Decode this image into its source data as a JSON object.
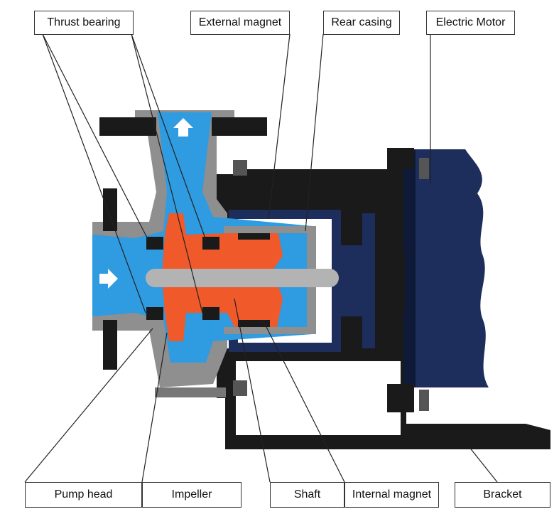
{
  "labels": {
    "thrust_bearing": "Thrust bearing",
    "external_magnet": "External magnet",
    "rear_casing": "Rear casing",
    "electric_motor": "Electric Motor",
    "pump_head": "Pump head",
    "impeller": "Impeller",
    "shaft": "Shaft",
    "internal_magnet": "Internal magnet",
    "bracket": "Bracket"
  },
  "colors": {
    "fluid": "#2f9be0",
    "magnet": "#f0592a",
    "casing": "#8f8f8f",
    "motor": "#1d2d5c",
    "frame": "#1a1a1a",
    "shaft": "#b3b3b3"
  },
  "icons": {
    "flow_in": "arrow-right-icon",
    "flow_out": "arrow-up-icon"
  }
}
